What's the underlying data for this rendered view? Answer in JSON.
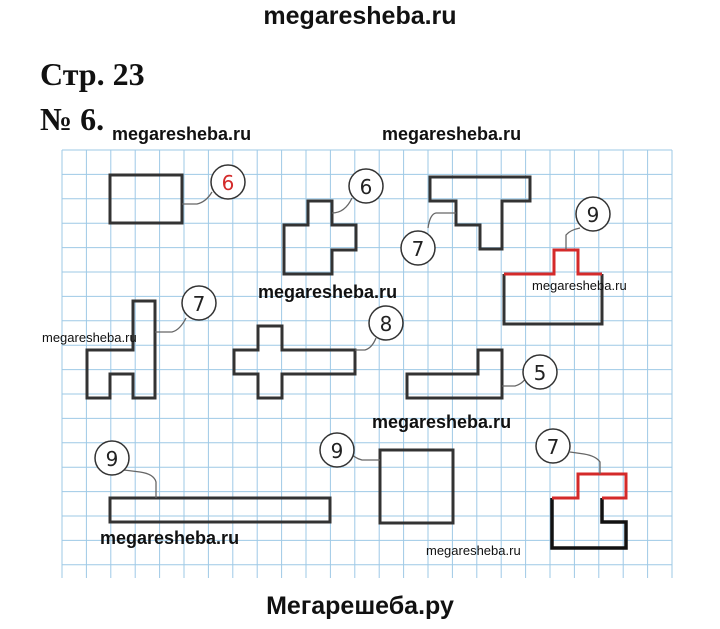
{
  "site": {
    "top": "megaresheba.ru",
    "bottom": "Мегарешеба.ру"
  },
  "heading": {
    "page": "Стр. 23",
    "task": "№ 6."
  },
  "watermarks": [
    "megaresheba.ru",
    "megaresheba.ru",
    "megaresheba.ru",
    "megaresheba.ru",
    "megaresheba.ru",
    "megaresheba.ru",
    "megaresheba.ru",
    "megaresheba.ru"
  ],
  "colors": {
    "grid": "#9ec9e6",
    "outline": "#333333",
    "highlight": "#d42a2a",
    "red_number": "#d42a2a"
  },
  "figures": [
    {
      "name": "rectangle-top-left",
      "perimeter": "6",
      "number_color": "red"
    },
    {
      "name": "cross-shape",
      "perimeter": "6"
    },
    {
      "name": "t-shape",
      "perimeter": "7"
    },
    {
      "name": "long-rectangle-step",
      "perimeter": "9"
    },
    {
      "name": "l-shape-left",
      "perimeter": "7"
    },
    {
      "name": "plus-shape",
      "perimeter": "8"
    },
    {
      "name": "low-l-shape",
      "perimeter": "5"
    },
    {
      "name": "long-bar",
      "perimeter": "9"
    },
    {
      "name": "square",
      "perimeter": "9"
    },
    {
      "name": "s-shape",
      "perimeter": "7"
    }
  ]
}
